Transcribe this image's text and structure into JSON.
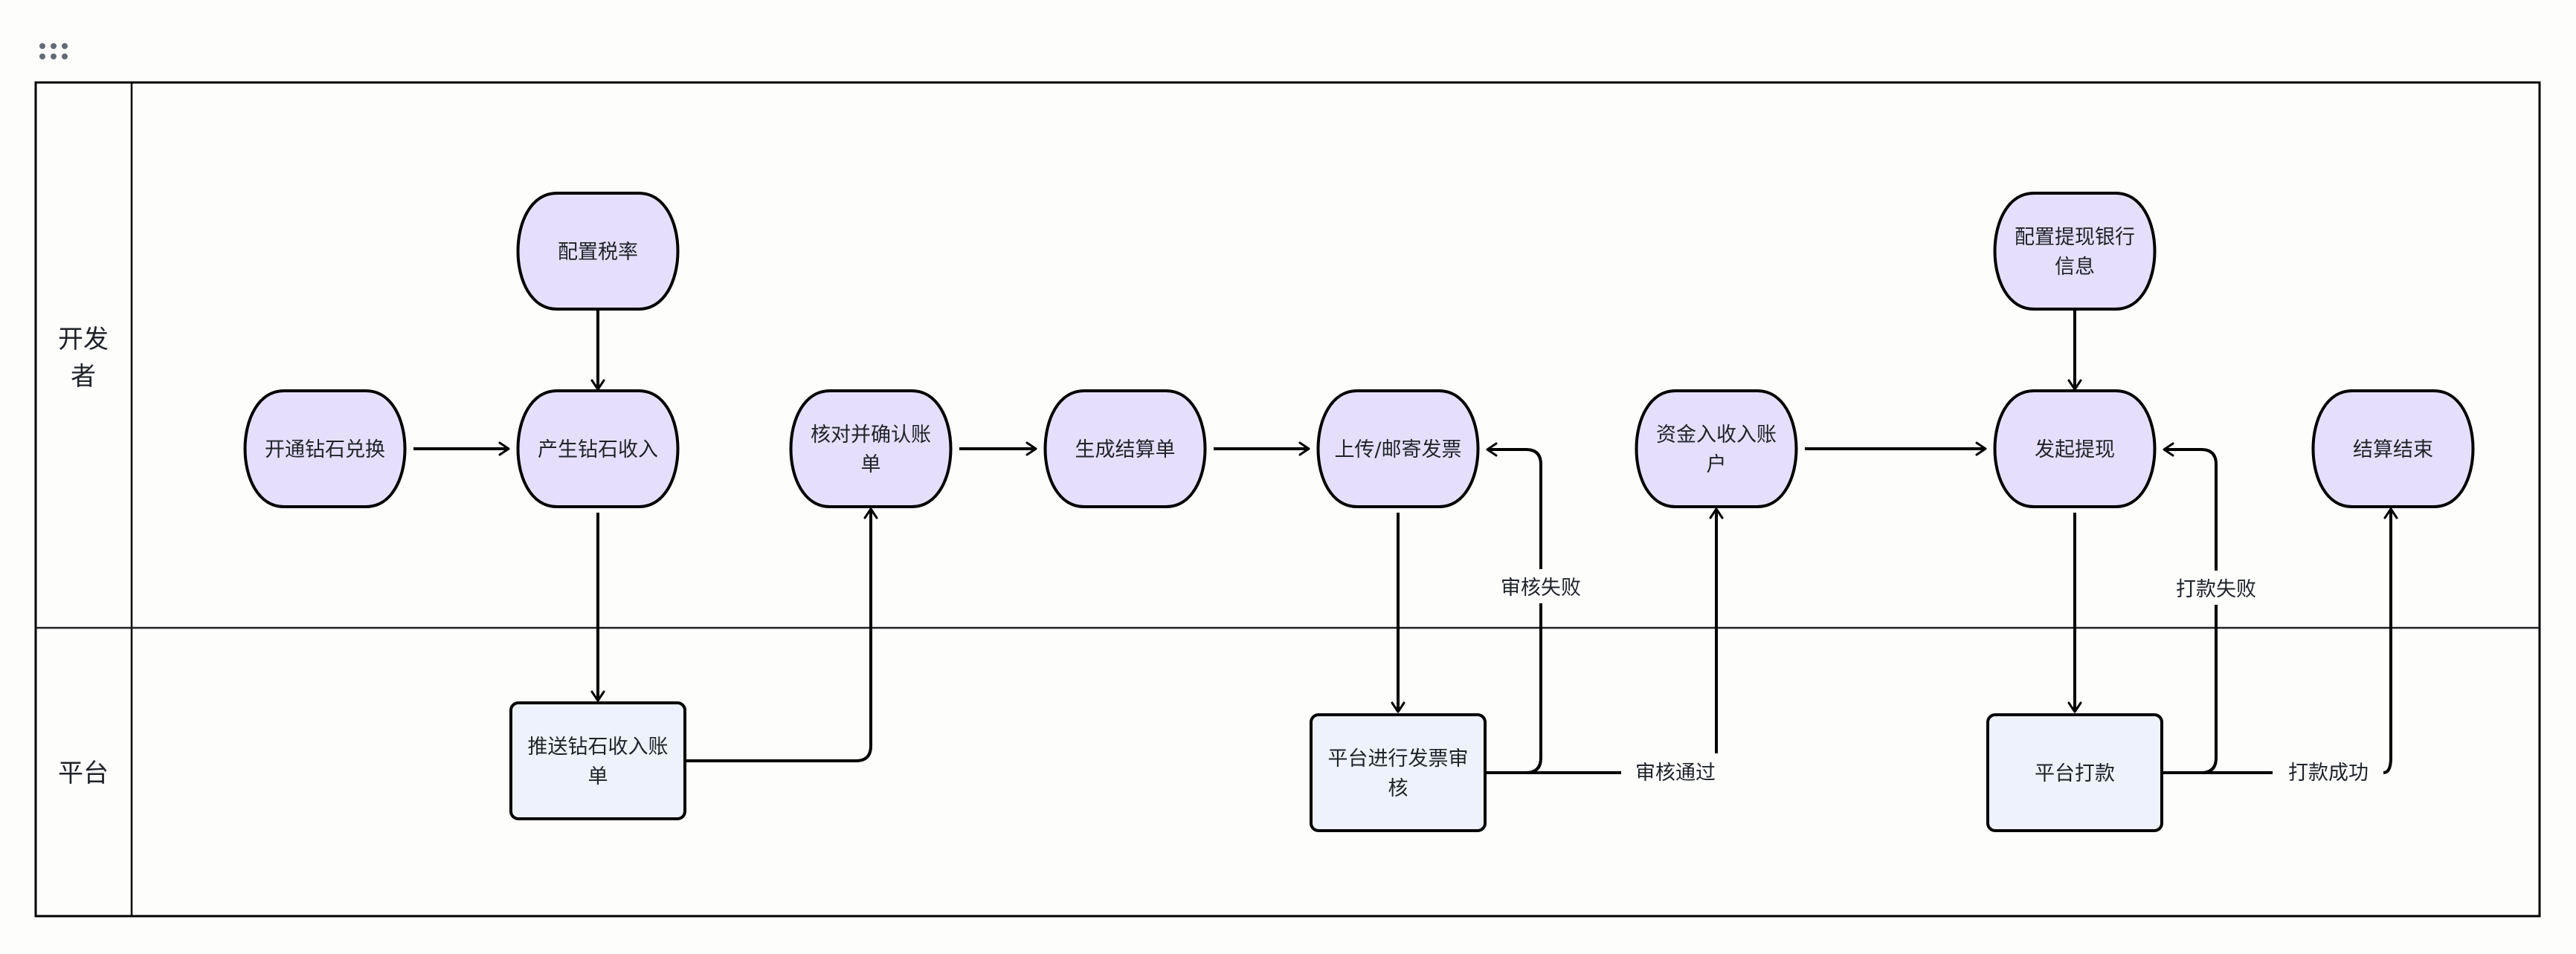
{
  "toolbar": {
    "drag_handle_icon": "drag-handle-icon"
  },
  "lanes": [
    {
      "id": "developer",
      "label_lines": [
        "开发",
        "者"
      ]
    },
    {
      "id": "platform",
      "label_lines": [
        "平台"
      ]
    }
  ],
  "colors": {
    "process_fill": "#e6dffb",
    "platform_fill": "#eef2fc",
    "stroke": "#000000",
    "text": "#1f2329"
  },
  "nodes": [
    {
      "id": "config-tax",
      "lane": "developer",
      "shape": "stadium",
      "lines": [
        "配置税率"
      ]
    },
    {
      "id": "open-diamond",
      "lane": "developer",
      "shape": "stadium",
      "lines": [
        "开通钻石兑换"
      ]
    },
    {
      "id": "diamond-income",
      "lane": "developer",
      "shape": "stadium",
      "lines": [
        "产生钻石收入"
      ]
    },
    {
      "id": "confirm-bill",
      "lane": "developer",
      "shape": "stadium",
      "lines": [
        "核对并确认账",
        "单"
      ]
    },
    {
      "id": "gen-statement",
      "lane": "developer",
      "shape": "stadium",
      "lines": [
        "生成结算单"
      ]
    },
    {
      "id": "upload-invoice",
      "lane": "developer",
      "shape": "stadium",
      "lines": [
        "上传/邮寄发票"
      ]
    },
    {
      "id": "funds-account",
      "lane": "developer",
      "shape": "stadium",
      "lines": [
        "资金入收入账",
        "户"
      ]
    },
    {
      "id": "withdraw",
      "lane": "developer",
      "shape": "stadium",
      "lines": [
        "发起提现"
      ]
    },
    {
      "id": "config-bank",
      "lane": "developer",
      "shape": "stadium",
      "lines": [
        "配置提现银行",
        "信息"
      ]
    },
    {
      "id": "settle-end",
      "lane": "developer",
      "shape": "stadium",
      "lines": [
        "结算结束"
      ]
    },
    {
      "id": "push-bill",
      "lane": "platform",
      "shape": "rect",
      "lines": [
        "推送钻石收入账",
        "单"
      ]
    },
    {
      "id": "invoice-review",
      "lane": "platform",
      "shape": "rect",
      "lines": [
        "平台进行发票审",
        "核"
      ]
    },
    {
      "id": "platform-pay",
      "lane": "platform",
      "shape": "rect",
      "lines": [
        "平台打款"
      ]
    }
  ],
  "edges": [
    {
      "from": "config-tax",
      "to": "diamond-income",
      "label": ""
    },
    {
      "from": "open-diamond",
      "to": "diamond-income",
      "label": ""
    },
    {
      "from": "diamond-income",
      "to": "push-bill",
      "label": ""
    },
    {
      "from": "push-bill",
      "to": "confirm-bill",
      "label": ""
    },
    {
      "from": "confirm-bill",
      "to": "gen-statement",
      "label": ""
    },
    {
      "from": "gen-statement",
      "to": "upload-invoice",
      "label": ""
    },
    {
      "from": "upload-invoice",
      "to": "invoice-review",
      "label": ""
    },
    {
      "from": "invoice-review",
      "to": "upload-invoice",
      "label": "审核失败"
    },
    {
      "from": "invoice-review",
      "to": "funds-account",
      "label": "审核通过"
    },
    {
      "from": "funds-account",
      "to": "withdraw",
      "label": ""
    },
    {
      "from": "config-bank",
      "to": "withdraw",
      "label": ""
    },
    {
      "from": "withdraw",
      "to": "platform-pay",
      "label": ""
    },
    {
      "from": "platform-pay",
      "to": "withdraw",
      "label": "打款失败"
    },
    {
      "from": "platform-pay",
      "to": "settle-end",
      "label": "打款成功"
    }
  ]
}
